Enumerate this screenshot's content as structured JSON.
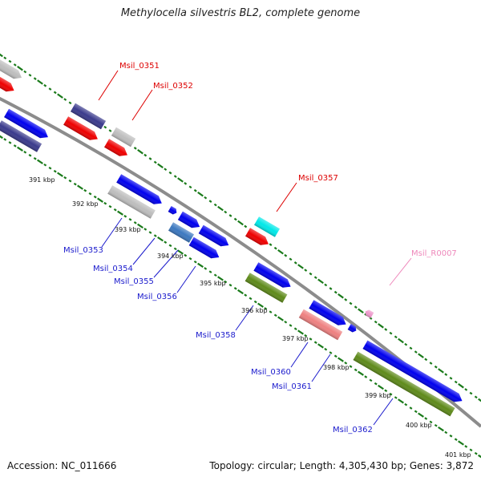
{
  "title": "Methylocella silvestris BL2, complete genome",
  "footer": {
    "accession": "Accession: NC_011666",
    "summary": "Topology: circular; Length: 4,305,430 bp; Genes: 3,872"
  },
  "colors": {
    "backbone": "#8c8c8c",
    "tick": "#1a7a1a",
    "label_red": "#dd0000",
    "label_blue": "#1a1acc",
    "label_pink": "#ee88bb"
  },
  "kbp_labels": [
    "391 kbp",
    "392 kbp",
    "393 kbp",
    "394 kbp",
    "395 kbp",
    "396 kbp",
    "397 kbp",
    "398 kbp",
    "399 kbp",
    "400 kbp",
    "401 kbp"
  ],
  "gene_labels": [
    {
      "text": "Msil_0351",
      "color": "red"
    },
    {
      "text": "Msil_0352",
      "color": "red"
    },
    {
      "text": "Msil_0357",
      "color": "red"
    },
    {
      "text": "Msil_R0007",
      "color": "pink"
    },
    {
      "text": "Msil_0353",
      "color": "blue"
    },
    {
      "text": "Msil_0354",
      "color": "blue"
    },
    {
      "text": "Msil_0355",
      "color": "blue"
    },
    {
      "text": "Msil_0356",
      "color": "blue"
    },
    {
      "text": "Msil_0358",
      "color": "blue"
    },
    {
      "text": "Msil_0360",
      "color": "blue"
    },
    {
      "text": "Msil_0361",
      "color": "blue"
    },
    {
      "text": "Msil_0362",
      "color": "blue"
    }
  ],
  "features": [
    {
      "name": "gray-feature",
      "color": "#bdbdbd"
    },
    {
      "name": "red-feature",
      "color": "#ee0000"
    },
    {
      "name": "blue-feature",
      "color": "#0000ee"
    },
    {
      "name": "navy-feature",
      "color": "#3a3a8c"
    },
    {
      "name": "Msil_0351",
      "color": "#3a3a8c"
    },
    {
      "name": "Msil_0352",
      "color": "#bdbdbd"
    },
    {
      "name": "Msil_0352-red",
      "color": "#ee0000"
    },
    {
      "name": "Msil_0353",
      "color": "#0000ee"
    },
    {
      "name": "Msil_0353-gray",
      "color": "#bdbdbd"
    },
    {
      "name": "Msil_0354",
      "color": "#0000ee"
    },
    {
      "name": "Msil_0354-blue",
      "color": "#0000ee"
    },
    {
      "name": "Msil_0355",
      "color": "#3c78c0"
    },
    {
      "name": "Msil_0355-blue",
      "color": "#0000ee"
    },
    {
      "name": "Msil_0356",
      "color": "#0000ee"
    },
    {
      "name": "Msil_0357",
      "color": "#00e8e8"
    },
    {
      "name": "Msil_0357-red",
      "color": "#ee0000"
    },
    {
      "name": "Msil_0358",
      "color": "#0000ee"
    },
    {
      "name": "Msil_0358-olive",
      "color": "#5e8a1a"
    },
    {
      "name": "Msil_0360",
      "color": "#0000ee"
    },
    {
      "name": "Msil_0360-pink",
      "color": "#ee8080"
    },
    {
      "name": "Msil_0361",
      "color": "#0000ee"
    },
    {
      "name": "Msil_R0007",
      "color": "#ee99cc"
    },
    {
      "name": "Msil_0362",
      "color": "#0000ee"
    },
    {
      "name": "Msil_0362-olive",
      "color": "#5e8a1a"
    }
  ]
}
